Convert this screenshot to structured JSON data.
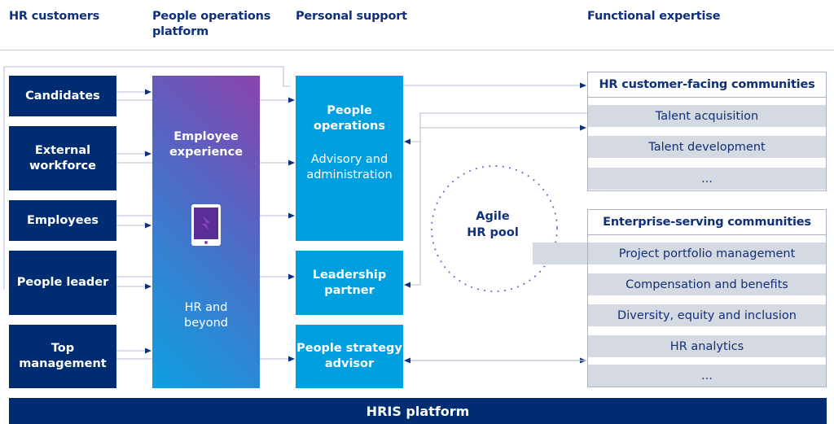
{
  "headers": {
    "hr_customers": "HR customers",
    "people_operations_platform_line1": "People operations",
    "people_operations_platform_line2": "platform",
    "personal_support": "Personal support",
    "functional_expertise": "Functional expertise"
  },
  "customers": [
    {
      "line1": "Candidates",
      "line2": ""
    },
    {
      "line1": "External",
      "line2": "workforce"
    },
    {
      "line1": "Employees",
      "line2": ""
    },
    {
      "line1": "People leader",
      "line2": ""
    },
    {
      "line1": "Top",
      "line2": "management"
    }
  ],
  "platform": {
    "title_line1": "Employee",
    "title_line2": "experience",
    "icon": "tablet-icon",
    "sub_line1": "HR and",
    "sub_line2": "beyond"
  },
  "personal_support": {
    "people_operations": {
      "title_line1": "People",
      "title_line2": "operations",
      "sub_line1": "Advisory and",
      "sub_line2": "administration"
    },
    "leadership_partner": {
      "line1": "Leadership",
      "line2": "partner"
    },
    "people_strategy_advisor": {
      "line1": "People strategy",
      "line2": "advisor"
    }
  },
  "agile_pool": {
    "line1": "Agile",
    "line2": "HR pool"
  },
  "communities": {
    "customer_facing": {
      "title": "HR customer-facing communities",
      "items": [
        "Talent acquisition",
        "Talent development",
        "..."
      ]
    },
    "enterprise_serving": {
      "title": "Enterprise-serving communities",
      "items": [
        "Project portfolio management",
        "Compensation and benefits",
        "Diversity, equity and inclusion",
        "HR analytics",
        "..."
      ]
    }
  },
  "footer": {
    "hris": "HRIS platform"
  },
  "colors": {
    "navy": "#002d72",
    "cyan": "#009fe0",
    "purple": "#8b44ad",
    "grey_item": "#d5d9e1",
    "text_navy": "#10307a"
  }
}
